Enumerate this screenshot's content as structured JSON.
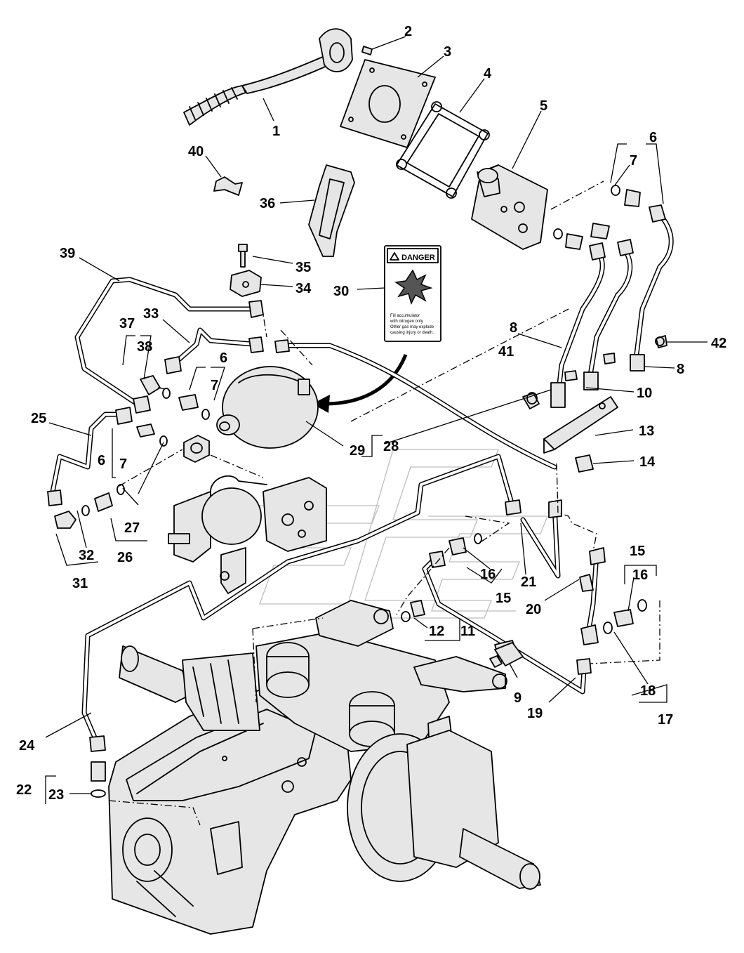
{
  "callouts": [
    {
      "id": "c1",
      "text": "1"
    },
    {
      "id": "c2",
      "text": "2"
    },
    {
      "id": "c3",
      "text": "3"
    },
    {
      "id": "c4",
      "text": "4"
    },
    {
      "id": "c5",
      "text": "5"
    },
    {
      "id": "c6a",
      "text": "6"
    },
    {
      "id": "c7a",
      "text": "7"
    },
    {
      "id": "c40",
      "text": "40"
    },
    {
      "id": "c36",
      "text": "36"
    },
    {
      "id": "c39",
      "text": "39"
    },
    {
      "id": "c35",
      "text": "35"
    },
    {
      "id": "c34",
      "text": "34"
    },
    {
      "id": "c30",
      "text": "30"
    },
    {
      "id": "c33",
      "text": "33"
    },
    {
      "id": "c37",
      "text": "37"
    },
    {
      "id": "c38",
      "text": "38"
    },
    {
      "id": "c6b",
      "text": "6"
    },
    {
      "id": "c7b",
      "text": "7"
    },
    {
      "id": "c8a",
      "text": "8"
    },
    {
      "id": "c41",
      "text": "41"
    },
    {
      "id": "c42",
      "text": "42"
    },
    {
      "id": "c8b",
      "text": "8"
    },
    {
      "id": "c10",
      "text": "10"
    },
    {
      "id": "c25",
      "text": "25"
    },
    {
      "id": "c6c",
      "text": "6"
    },
    {
      "id": "c7c",
      "text": "7"
    },
    {
      "id": "c29",
      "text": "29"
    },
    {
      "id": "c28",
      "text": "28"
    },
    {
      "id": "c13",
      "text": "13"
    },
    {
      "id": "c14",
      "text": "14"
    },
    {
      "id": "c27",
      "text": "27"
    },
    {
      "id": "c26",
      "text": "26"
    },
    {
      "id": "c32",
      "text": "32"
    },
    {
      "id": "c31",
      "text": "31"
    },
    {
      "id": "c16a",
      "text": "16"
    },
    {
      "id": "c15a",
      "text": "15"
    },
    {
      "id": "c21",
      "text": "21"
    },
    {
      "id": "c20",
      "text": "20"
    },
    {
      "id": "c15b",
      "text": "15"
    },
    {
      "id": "c16b",
      "text": "16"
    },
    {
      "id": "c12",
      "text": "12"
    },
    {
      "id": "c11",
      "text": "11"
    },
    {
      "id": "c9",
      "text": "9"
    },
    {
      "id": "c19",
      "text": "19"
    },
    {
      "id": "c18",
      "text": "18"
    },
    {
      "id": "c17",
      "text": "17"
    },
    {
      "id": "c24",
      "text": "24"
    },
    {
      "id": "c22",
      "text": "22"
    },
    {
      "id": "c23",
      "text": "23"
    }
  ],
  "danger_label": {
    "heading": "DANGER",
    "line1": "Fill accumulator",
    "line2": "with nitrogen only",
    "line3": "Other gas may explode",
    "line4": "causing injury or death."
  },
  "colors": {
    "line": "#000000",
    "fill": "#e6e6e6",
    "watermark": "#bdbdbd"
  }
}
